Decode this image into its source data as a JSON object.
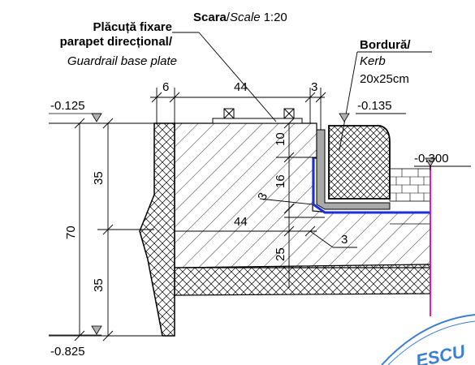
{
  "title": {
    "bold": "Scara",
    "sep": "/",
    "italic": "Scale",
    "value": "1:20"
  },
  "labels": {
    "plate_line1": "Plăcuță fixare",
    "plate_line2": "parapet direcțional/",
    "plate_en": "Guardrail base plate",
    "kerb_ro": "Bordură/",
    "kerb_en": "Kerb",
    "kerb_size": "20x25cm"
  },
  "dimensions": {
    "d6": "6",
    "d44_top": "44",
    "d3_top": "3",
    "d10": "10",
    "d16": "16",
    "d3_mid": "3",
    "d44_mid": "44",
    "d25": "25",
    "d3_low": "3",
    "d35_upper": "35",
    "d70": "70",
    "d35_lower": "35"
  },
  "elevations": {
    "top_left": "-0.125",
    "top_right": "-0.135",
    "road": "-0.300",
    "bottom": "-0.825"
  },
  "stamp_text": "ESCU",
  "colors": {
    "ink": "#000000",
    "waterproofing": "#1a2fd6",
    "kerb_fill": "#a9a9a9",
    "axis": "#e000c0",
    "stamp": "#3b7fd0"
  }
}
